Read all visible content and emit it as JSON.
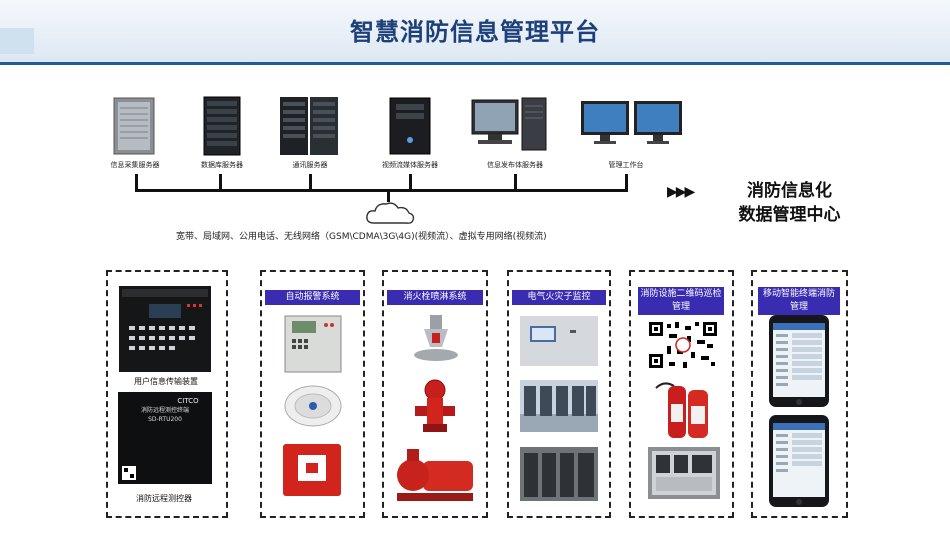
{
  "title": "智慧消防信息管理平台",
  "servers": [
    {
      "label": "信息采集服务器",
      "icon": "tower-server-icon"
    },
    {
      "label": "数据库服务器",
      "icon": "rack-server-icon"
    },
    {
      "label": "通讯服务器",
      "icon": "rack-server-icon"
    },
    {
      "label": "视频流媒体服务器",
      "icon": "tower-server-icon"
    },
    {
      "label": "信息发布体服务器",
      "icon": "workstation-icon"
    },
    {
      "label": "管理工作台",
      "icon": "monitor-icon"
    }
  ],
  "network_caption": "宽带、局域网、公用电话、无线网络（GSM\\CDMA\\3G\\4G)(视频流）、虚拟专用网络(视频流)",
  "arrow_glyph": "▶▶▶",
  "center": {
    "line1": "消防信息化",
    "line2": "数据管理中心"
  },
  "panels": [
    {
      "title": "",
      "captions": [
        "用户信息传输装置",
        "消防远程测控器"
      ]
    },
    {
      "title": "自动报警系统",
      "captions": []
    },
    {
      "title": "消火栓喷淋系统",
      "captions": []
    },
    {
      "title": "电气火灾子监控",
      "captions": []
    },
    {
      "title": "消防设施二维码巡检管理",
      "captions": []
    },
    {
      "title": "移动智能终端消防管理",
      "captions": []
    }
  ],
  "device_text": {
    "brand": "CITCO",
    "remote": "消防远程测控终端",
    "model": "SD-RTU200"
  },
  "colors": {
    "accent": "#1f5c99",
    "title": "#1d3f7a",
    "panel_title_bg": "#3a2cb0",
    "fire_red": "#d0241c"
  }
}
